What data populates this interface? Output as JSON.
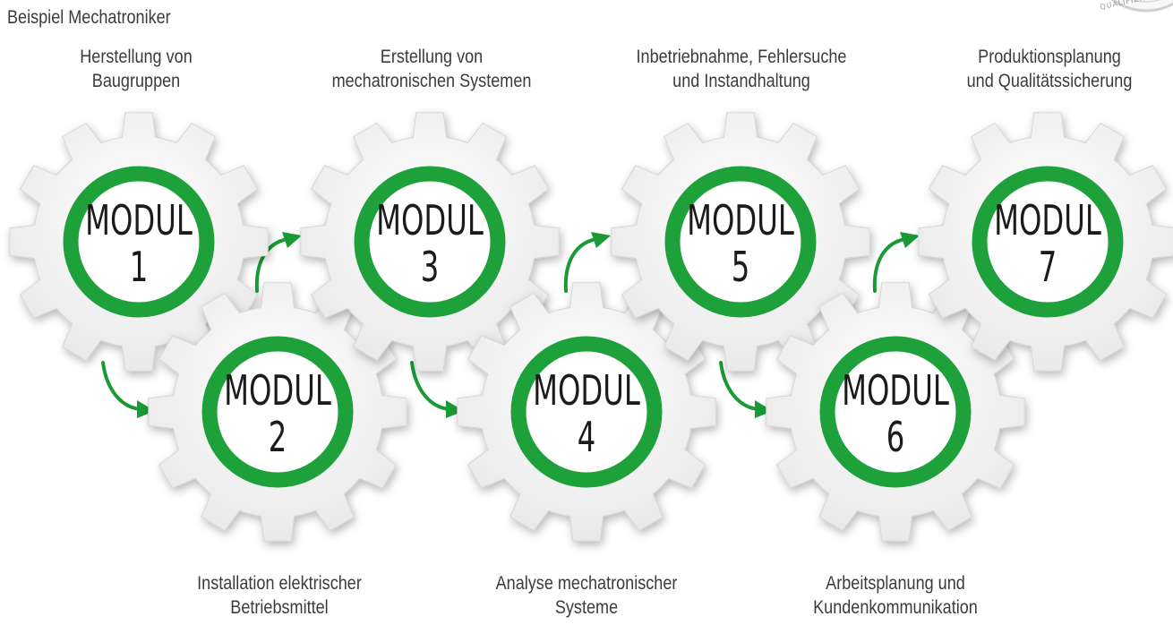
{
  "title": "Beispiel Mechatroniker",
  "seal_text": "QUALIFIZIE",
  "colors": {
    "ring": "#1ea03a",
    "gear": "#f3f3f3",
    "gear_edge": "#d6d6d6",
    "arrow": "#1a9a35",
    "text": "#3b3b3b"
  },
  "modules": [
    {
      "word": "MODUL",
      "number": "1",
      "lines": [
        "Herstellung von",
        "Baugruppen"
      ],
      "position": "top"
    },
    {
      "word": "MODUL",
      "number": "2",
      "lines": [
        "Installation elektrischer",
        "Betriebsmittel"
      ],
      "position": "bottom"
    },
    {
      "word": "MODUL",
      "number": "3",
      "lines": [
        "Erstellung von",
        "mechatronischen Systemen"
      ],
      "position": "top"
    },
    {
      "word": "MODUL",
      "number": "4",
      "lines": [
        "Analyse mechatronischer",
        "Systeme"
      ],
      "position": "bottom"
    },
    {
      "word": "MODUL",
      "number": "5",
      "lines": [
        "Inbetriebnahme, Fehlersuche",
        "und Instandhaltung"
      ],
      "position": "top"
    },
    {
      "word": "MODUL",
      "number": "6",
      "lines": [
        "Arbeitsplanung und",
        "Kundenkommunikation"
      ],
      "position": "bottom"
    },
    {
      "word": "MODUL",
      "number": "7",
      "lines": [
        "Produktionsplanung",
        "und Qualitätssicherung"
      ],
      "position": "top"
    }
  ]
}
